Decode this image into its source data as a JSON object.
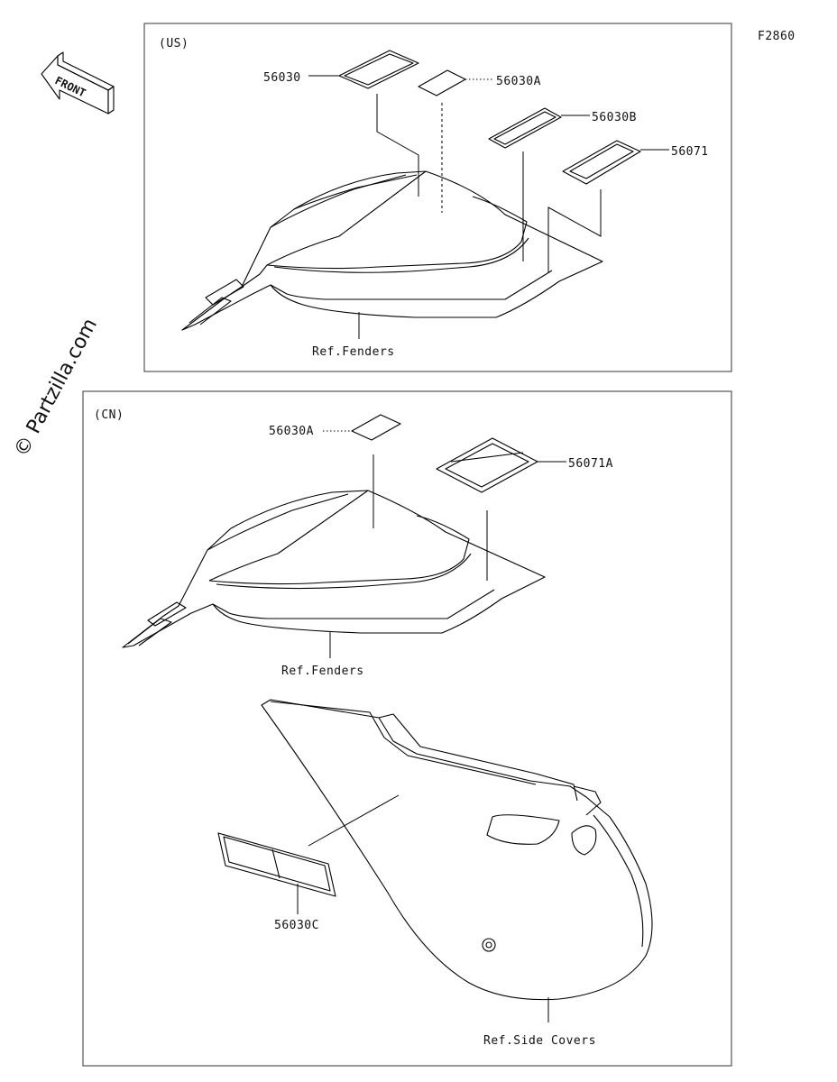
{
  "figure_code": "F2860",
  "watermark": "© Partzilla.com",
  "front_arrow": {
    "label": "FRONT"
  },
  "sections": [
    {
      "region_label": "(US)",
      "callouts": [
        "56030",
        "56030A",
        "56030B",
        "56071"
      ],
      "reference": "Ref.Fenders"
    },
    {
      "region_label": "(CN)",
      "callouts": [
        "56030A",
        "56071A",
        "56030C"
      ],
      "references": [
        "Ref.Fenders",
        "Ref.Side Covers"
      ]
    }
  ]
}
